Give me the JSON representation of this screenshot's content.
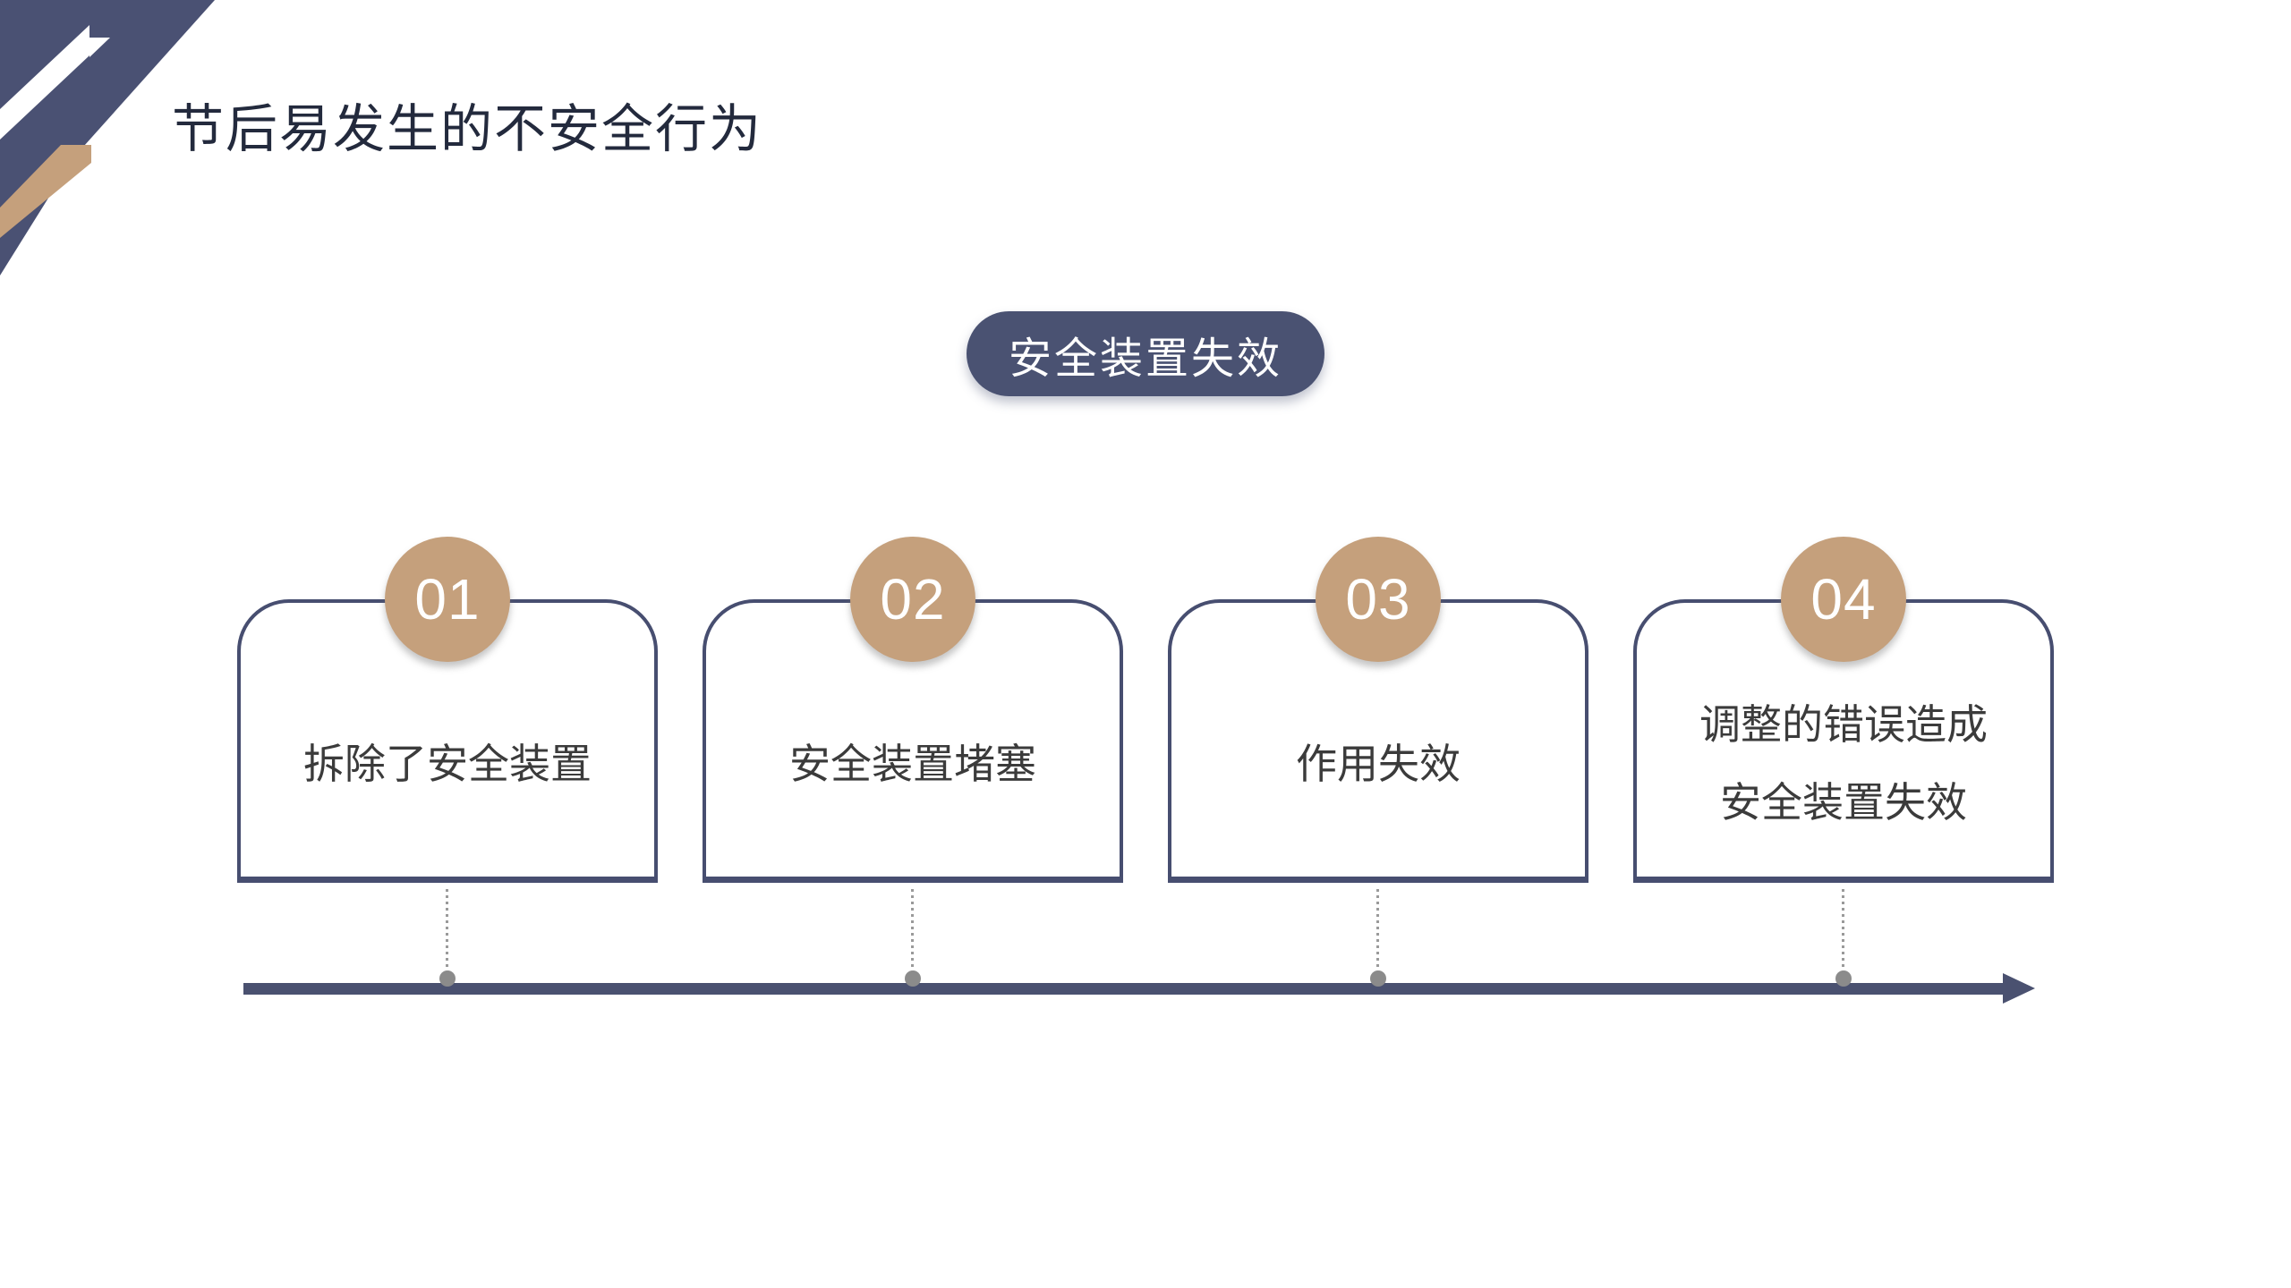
{
  "slide": {
    "title": "节后易发生的不安全行为",
    "badge": {
      "label": "安全装置失效"
    },
    "steps": [
      {
        "number": "01",
        "lines": [
          "拆除了安全装置"
        ]
      },
      {
        "number": "02",
        "lines": [
          "安全装置堵塞"
        ]
      },
      {
        "number": "03",
        "lines": [
          "作用失效"
        ]
      },
      {
        "number": "04",
        "lines": [
          "调整的错误造成",
          "安全装置失效"
        ]
      }
    ],
    "colors": {
      "navy": "#4a5272",
      "card_border_navy": "#474e70",
      "title_navy": "#232a3d",
      "tan": "#c5a07c",
      "timeline_navy": "#4a5170",
      "dot_gray": "#8b8b8b",
      "card_text_gray": "#3b3b3b",
      "background": "#ffffff"
    }
  }
}
